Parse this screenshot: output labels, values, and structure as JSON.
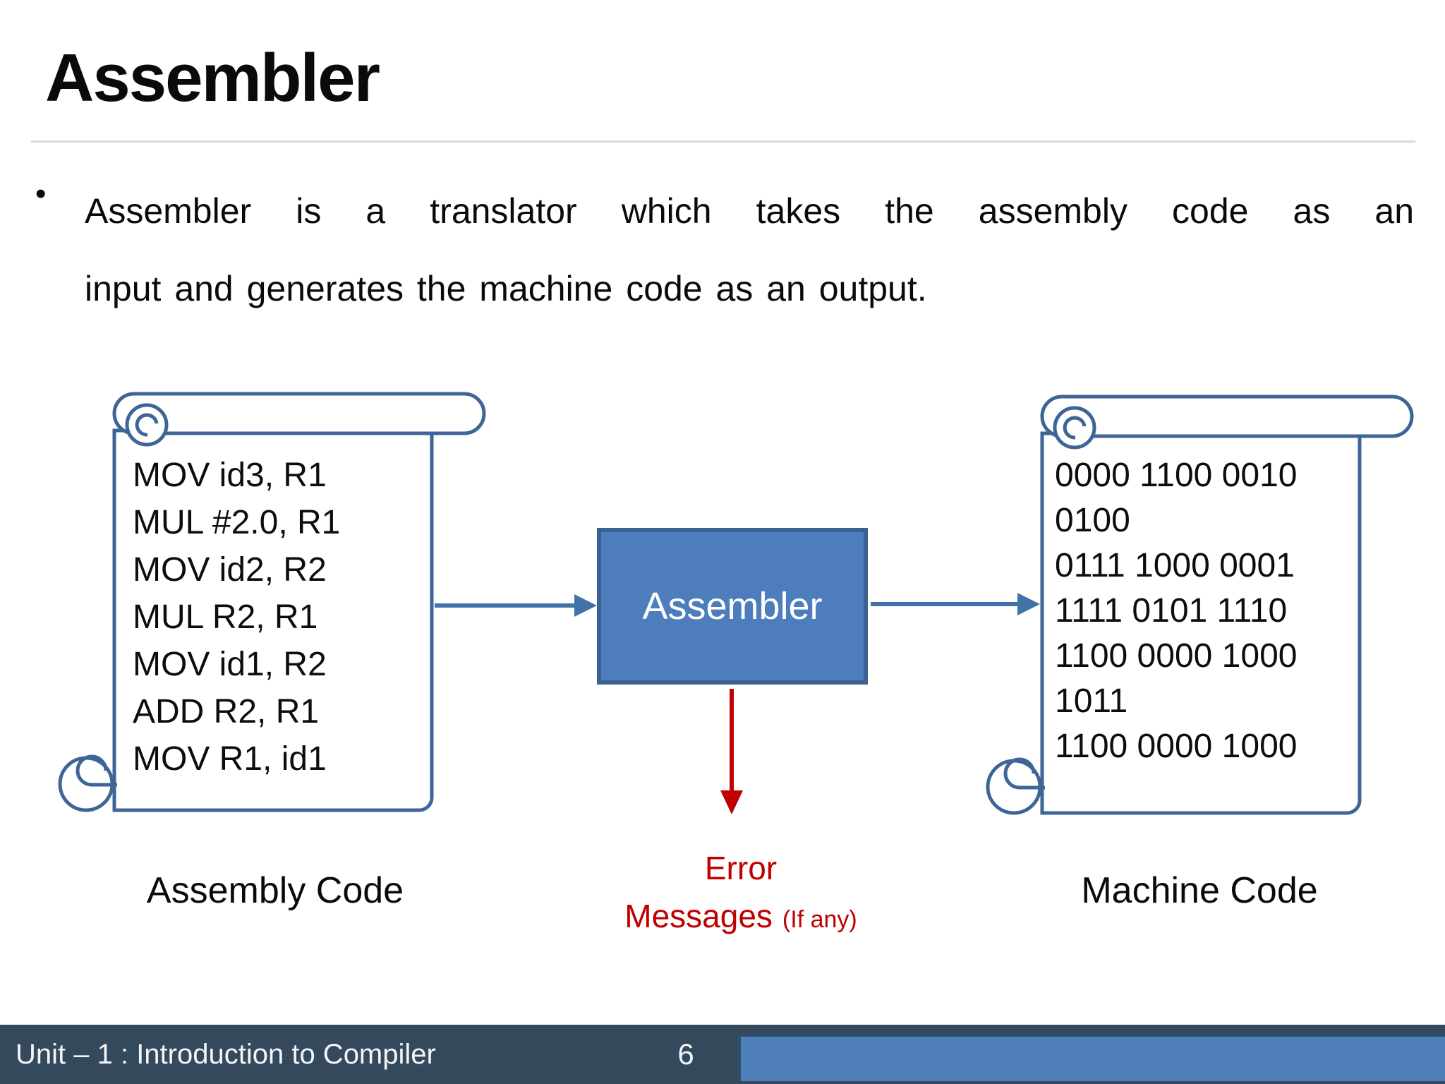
{
  "slide": {
    "title": "Assembler",
    "bullet": {
      "marker": "•",
      "line1": "Assembler is a translator which takes the assembly code as an",
      "line2": "input and generates the machine code as an output."
    }
  },
  "diagram": {
    "assembly_scroll": {
      "shape": "vertical-scroll",
      "code_lines": [
        "MOV id3, R1",
        "MUL #2.0, R1",
        "MOV id2, R2",
        "MUL R2, R1",
        "MOV id1, R2",
        "ADD R2, R1",
        "MOV R1, id1"
      ],
      "label": "Assembly Code"
    },
    "assembler_box": {
      "label": "Assembler"
    },
    "machine_scroll": {
      "shape": "vertical-scroll",
      "code_lines": [
        "0000 1100 0010",
        "0100",
        "0111 1000 0001",
        "1111 0101 1110",
        "1100 0000 1000",
        "1011",
        "1100 0000 1000"
      ],
      "label": "Machine Code"
    },
    "error_output": {
      "line1": "Error",
      "line2": "Messages",
      "qualifier": "(If any)"
    }
  },
  "footer": {
    "course": "Unit – 1 : Introduction to Compiler",
    "page_number": "6"
  },
  "colors": {
    "ink": "#0f0f0f",
    "rule": "#d9d9d9",
    "scroll-stroke": "#3d6697",
    "box-fill": "#4d7dbd",
    "box-border": "#3a6190",
    "arrow-blue": "#4372a8",
    "error-red": "#c00000",
    "footer-bg": "#35495c",
    "footer-box": "#4e7fb9",
    "footer-box-edge": "#2d4f74",
    "footer-text": "#f2f5f8"
  }
}
